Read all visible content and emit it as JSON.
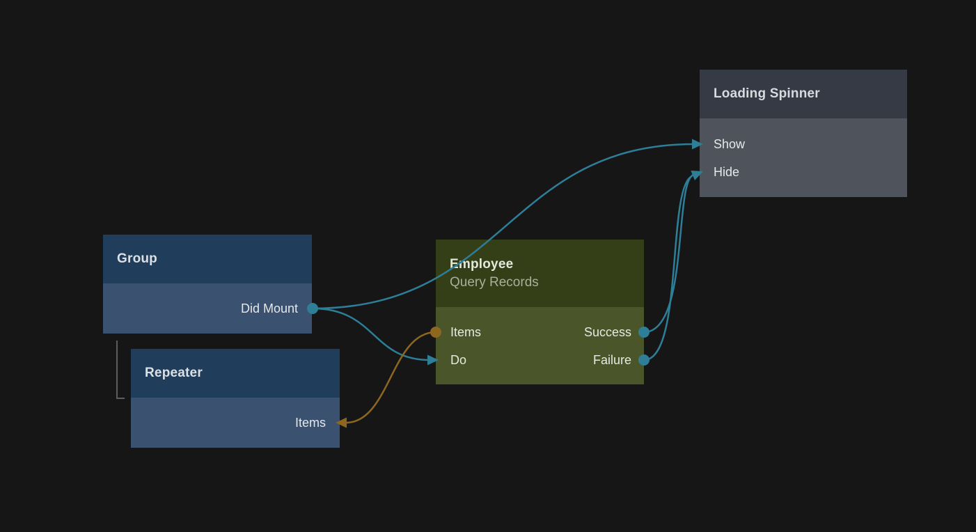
{
  "app": {
    "view": "node-graph-editor",
    "background": "#161617"
  },
  "colors": {
    "signal_wire": "#2e7e97",
    "data_wire": "#8d671f",
    "hierarchy_line": "#5d5d5d",
    "blue_header": "#203e5b",
    "blue_body": "#3a516f",
    "green_header": "#343f18",
    "green_body": "#4b552a",
    "gray_header": "#363a45",
    "gray_body": "#4f535b"
  },
  "nodes": [
    {
      "id": "group",
      "title": "Group",
      "ports": [
        {
          "name": "Did Mount",
          "direction": "output",
          "kind": "signal",
          "side": "right"
        }
      ]
    },
    {
      "id": "repeater",
      "title": "Repeater",
      "ports": [
        {
          "name": "Items",
          "direction": "input",
          "kind": "data",
          "side": "right"
        }
      ]
    },
    {
      "id": "employee",
      "title": "Employee",
      "subtitle": "Query Records",
      "ports": [
        {
          "name": "Items",
          "direction": "output",
          "kind": "data",
          "side": "left"
        },
        {
          "name": "Do",
          "direction": "input",
          "kind": "signal",
          "side": "left"
        },
        {
          "name": "Success",
          "direction": "output",
          "kind": "signal",
          "side": "right"
        },
        {
          "name": "Failure",
          "direction": "output",
          "kind": "signal",
          "side": "right"
        }
      ]
    },
    {
      "id": "loading_spinner",
      "title": "Loading Spinner",
      "ports": [
        {
          "name": "Show",
          "direction": "input",
          "kind": "signal",
          "side": "left"
        },
        {
          "name": "Hide",
          "direction": "input",
          "kind": "signal",
          "side": "left"
        }
      ]
    }
  ],
  "connections": [
    {
      "from": "group.Did Mount",
      "to": "loading_spinner.Show",
      "kind": "signal"
    },
    {
      "from": "group.Did Mount",
      "to": "employee.Do",
      "kind": "signal"
    },
    {
      "from": "employee.Success",
      "to": "loading_spinner.Hide",
      "kind": "signal"
    },
    {
      "from": "employee.Failure",
      "to": "loading_spinner.Hide",
      "kind": "signal"
    },
    {
      "from": "employee.Items",
      "to": "repeater.Items",
      "kind": "data"
    }
  ],
  "hierarchy": {
    "parent": "Group",
    "child": "Repeater"
  }
}
